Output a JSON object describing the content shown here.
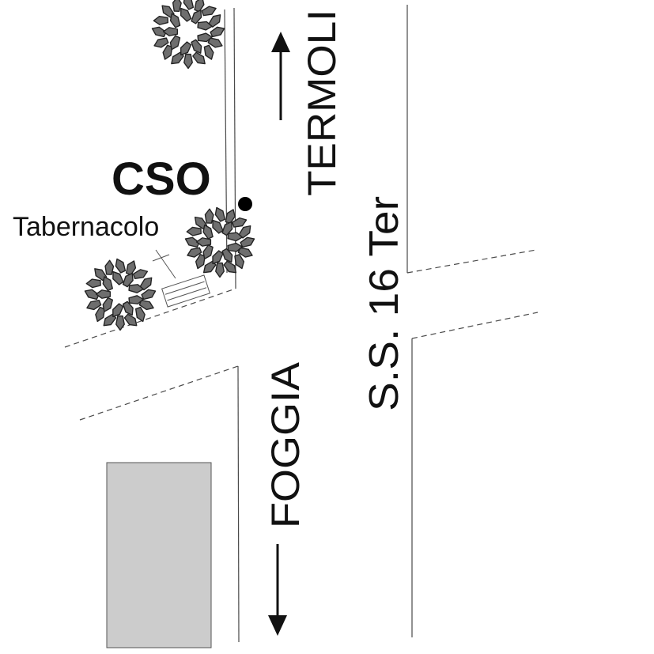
{
  "labels": {
    "cso": "CSO",
    "landmark": "Tabernacolo",
    "road_name": "S.S. 16 Ter",
    "direction_north": "TERMOLI",
    "direction_south": "FOGGIA"
  },
  "colors": {
    "background": "#ffffff",
    "road_lines": "#4a4a4a",
    "text_and_arrows": "#111111",
    "building_fill": "#cccccc",
    "tree_leaf_fill": "#6e6e6e",
    "marker": "#000000"
  },
  "icons": {
    "trees": "bush-icon",
    "landmark": "tabernacle-icon",
    "location": "location-dot-icon"
  }
}
